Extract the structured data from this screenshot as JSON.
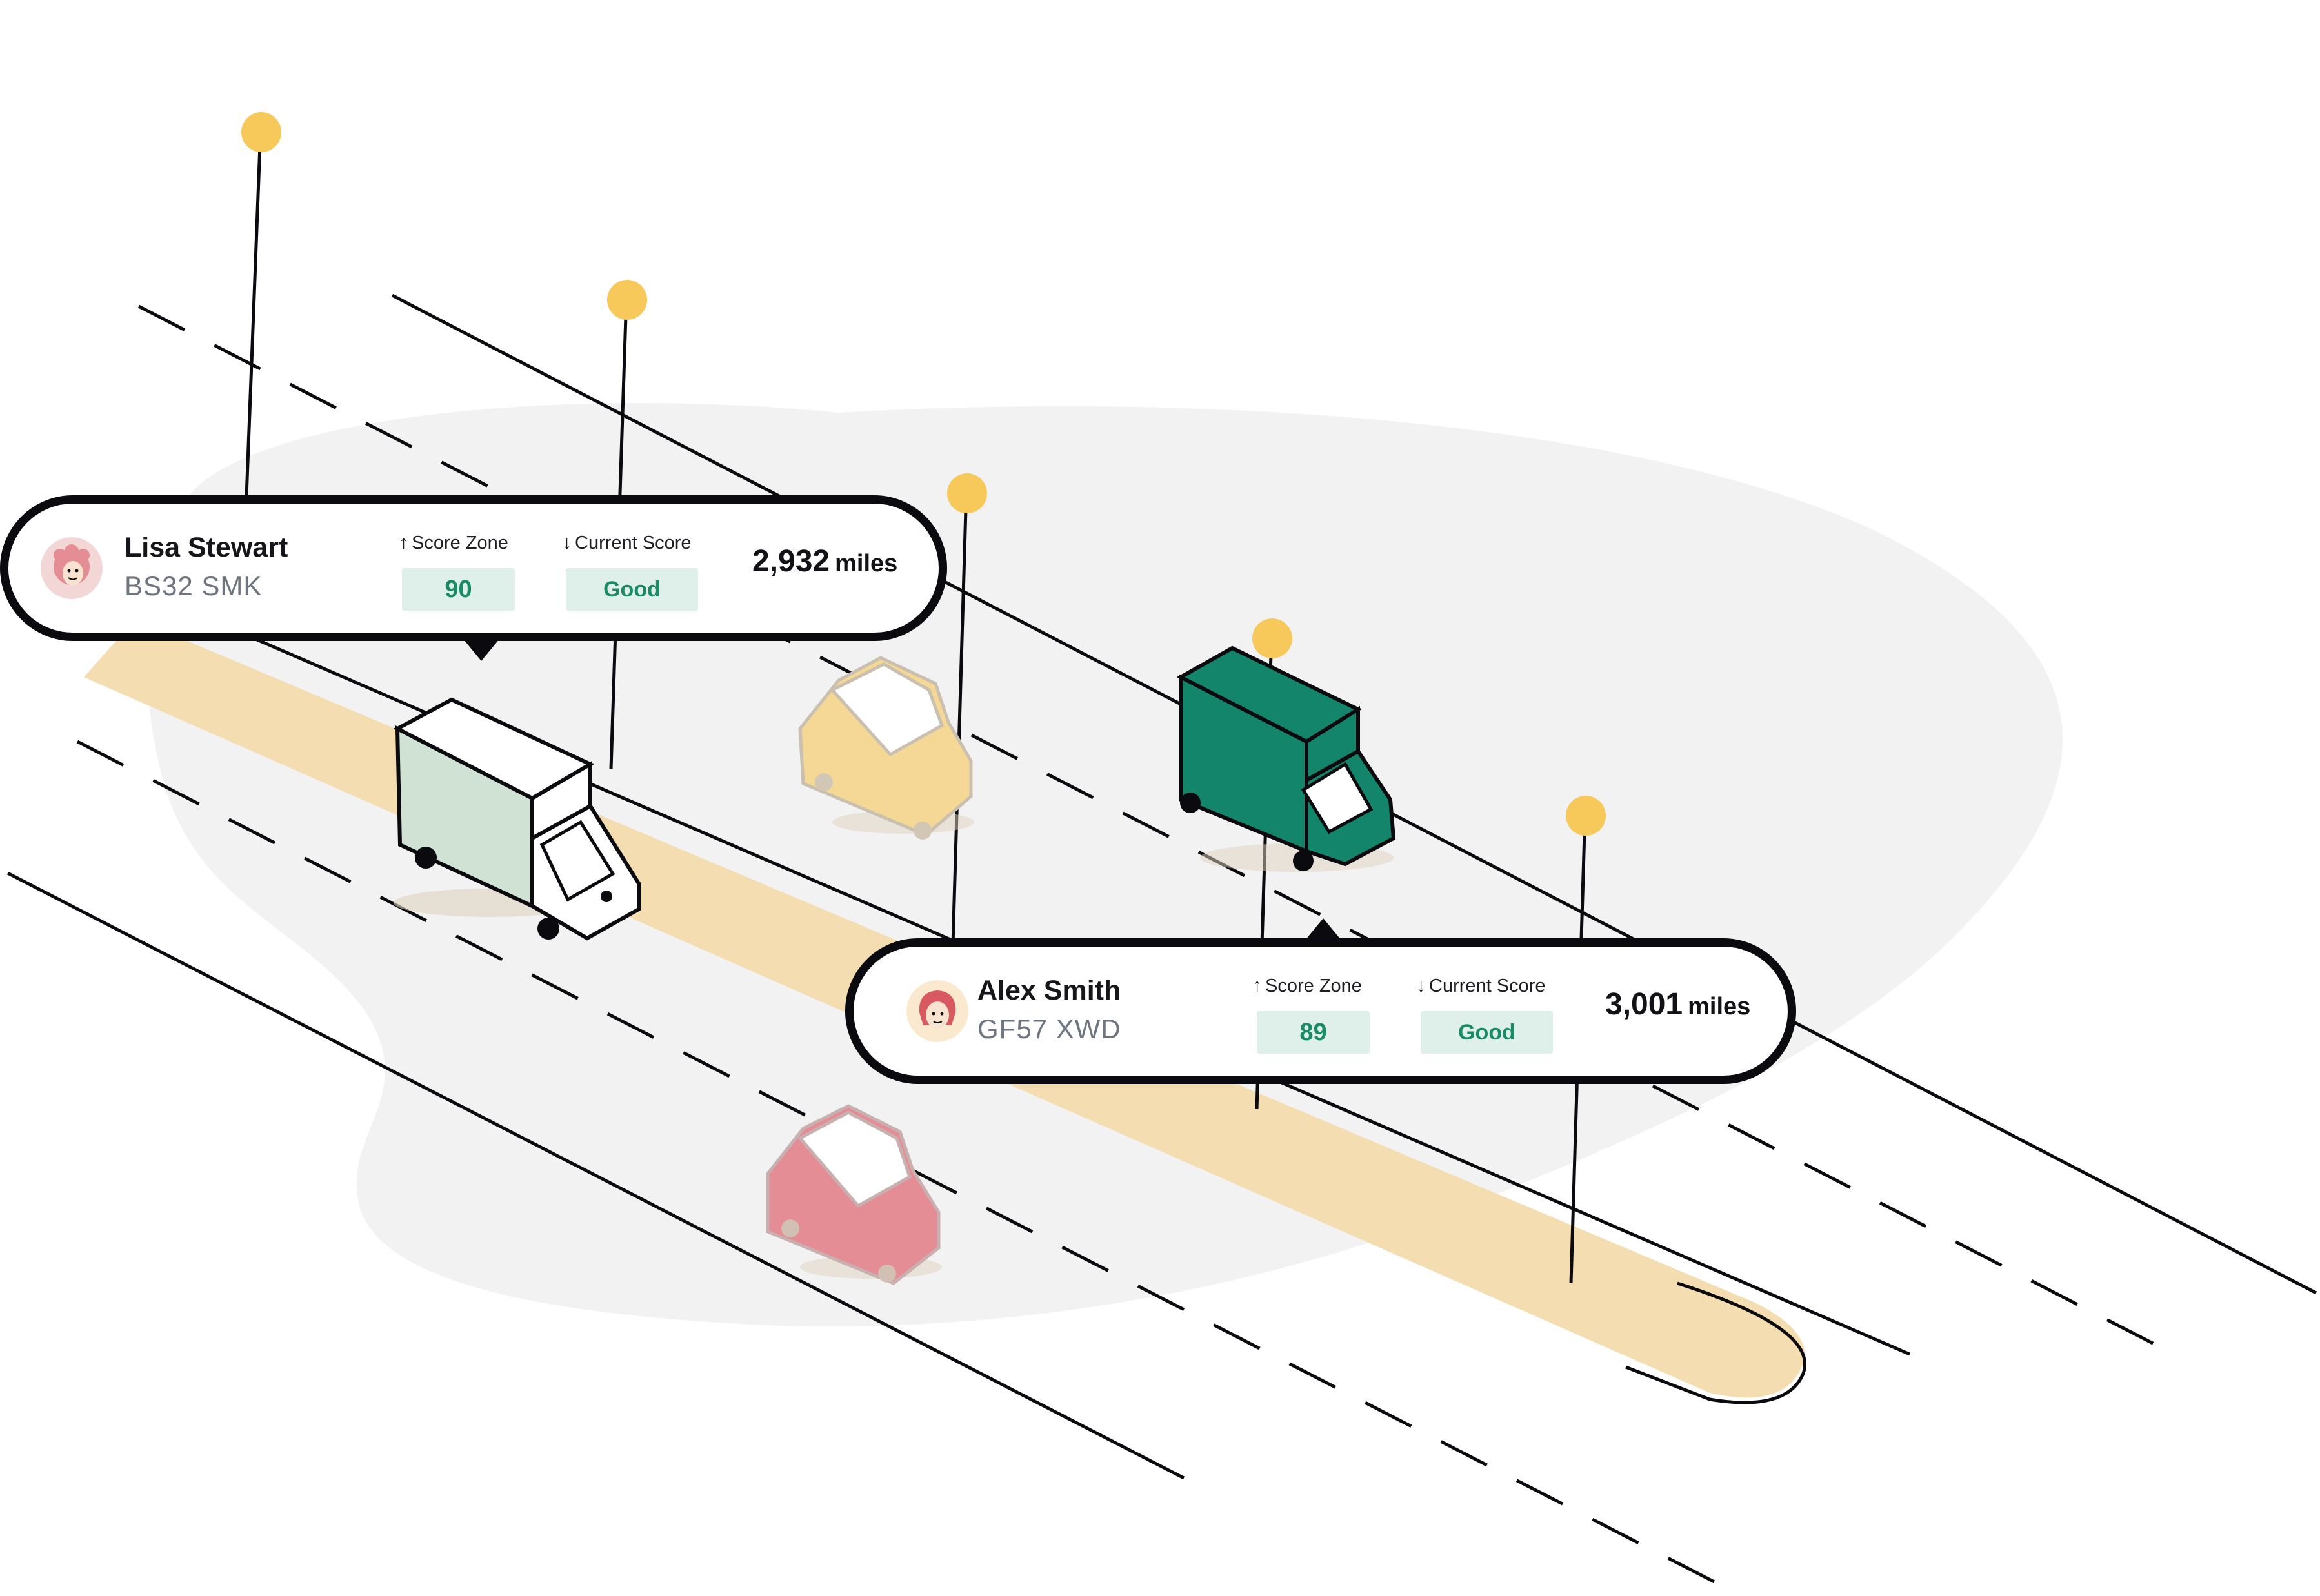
{
  "drivers": [
    {
      "name": "Lisa Stewart",
      "plate": "BS32 SMK",
      "score_zone_label": "Score Zone",
      "current_score_label": "Current Score",
      "score_zone": "90",
      "current_score": "Good",
      "distance_value": "2,932",
      "distance_unit": "miles",
      "avatar_icon": "woman-red-curly-hair-avatar-icon"
    },
    {
      "name": "Alex Smith",
      "plate": "GF57 XWD",
      "score_zone_label": "Score Zone",
      "current_score_label": "Current Score",
      "score_zone": "89",
      "current_score": "Good",
      "distance_value": "3,001",
      "distance_unit": "miles",
      "avatar_icon": "woman-red-hair-avatar-icon"
    }
  ],
  "icons": {
    "up_arrow": "↑",
    "down_arrow": "↓"
  },
  "colors": {
    "outline": "#0b0b0f",
    "road_highlight": "#f4ddb0",
    "ground": "#f1f1f1",
    "street_lamp": "#f6c95a",
    "pill_bg": "#dff0ea",
    "pill_text": "#1a8a67",
    "van_light": "#cfe2d4",
    "van_dark": "#13856a",
    "car_yellow": "#f6d896",
    "car_red": "#e58d95",
    "plate_text": "#6f7580"
  }
}
